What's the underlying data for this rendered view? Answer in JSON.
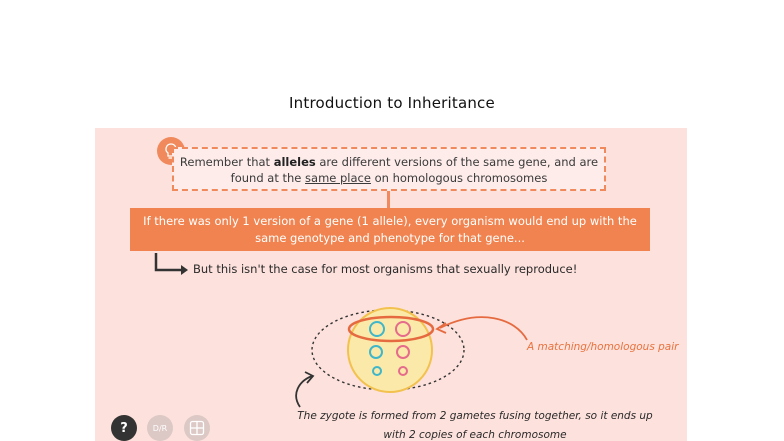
{
  "page": {
    "title": "Introduction to Inheritance"
  },
  "slide": {
    "reminder_parts": {
      "p1": "Remember that ",
      "p2": "alleles",
      "p3": " are different versions of the same gene, and are",
      "p4": "found at the ",
      "p5": "same place",
      "p6": " on homologous chromosomes"
    },
    "banner_line1": "If there was only 1 version of a gene (1 allele), every organism would end up with the",
    "banner_line2": "same genotype and phenotype for that gene...",
    "statement": "But this isn't the case for most organisms that sexually reproduce!",
    "homologous_label": "A matching/homologous pair",
    "caption_line1": "The zygote is formed from 2 gametes fusing together, so it ends up",
    "caption_line2": "with 2 copies of each chromosome"
  },
  "controls": {
    "help_label": "?",
    "dr_label": "D/R"
  },
  "colors": {
    "accent": "#f0834f",
    "slide_bg": "#fde1dc",
    "chromosome_blue": "#3fb6c9",
    "chromosome_pink": "#e66a8c",
    "cell_fill": "#fbe9a9",
    "cell_border": "#f2c14e"
  },
  "icons": [
    "lightbulb-icon",
    "arrow-right-icon",
    "grid-icon"
  ]
}
